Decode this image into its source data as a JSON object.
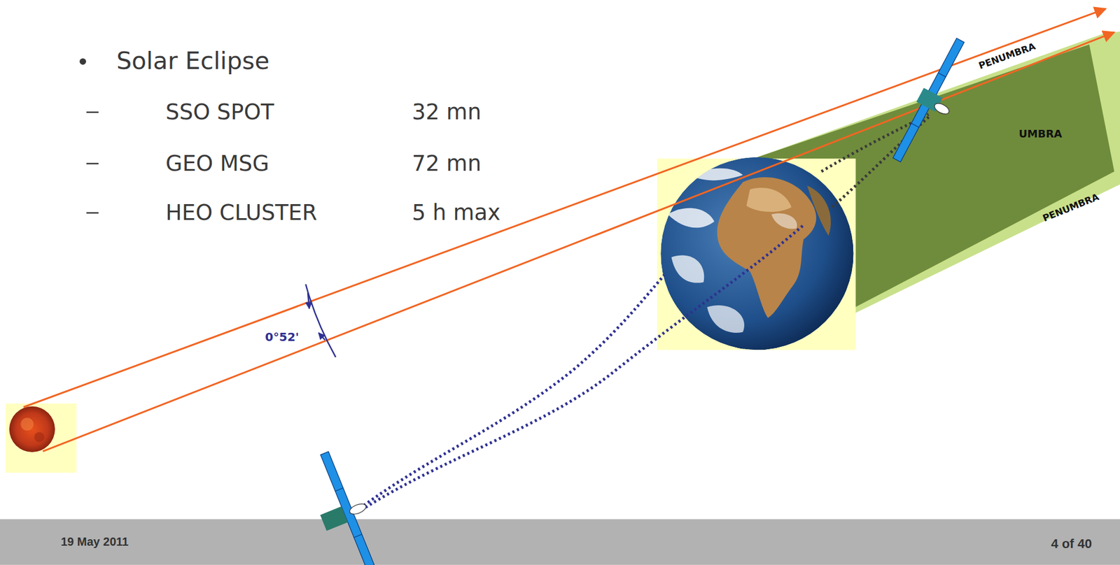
{
  "diagram": {
    "labels": [
      "Solar Eclipse",
      "SSO SPOT",
      "32 mn",
      "GEO MSG",
      "72 mn",
      "HEO CLUSTER",
      "5 h max",
      "0°52'",
      "PENUMBRA",
      "UMBRA",
      "PENUMBRA",
      "19 May 2011",
      "4 of 40"
    ]
  }
}
